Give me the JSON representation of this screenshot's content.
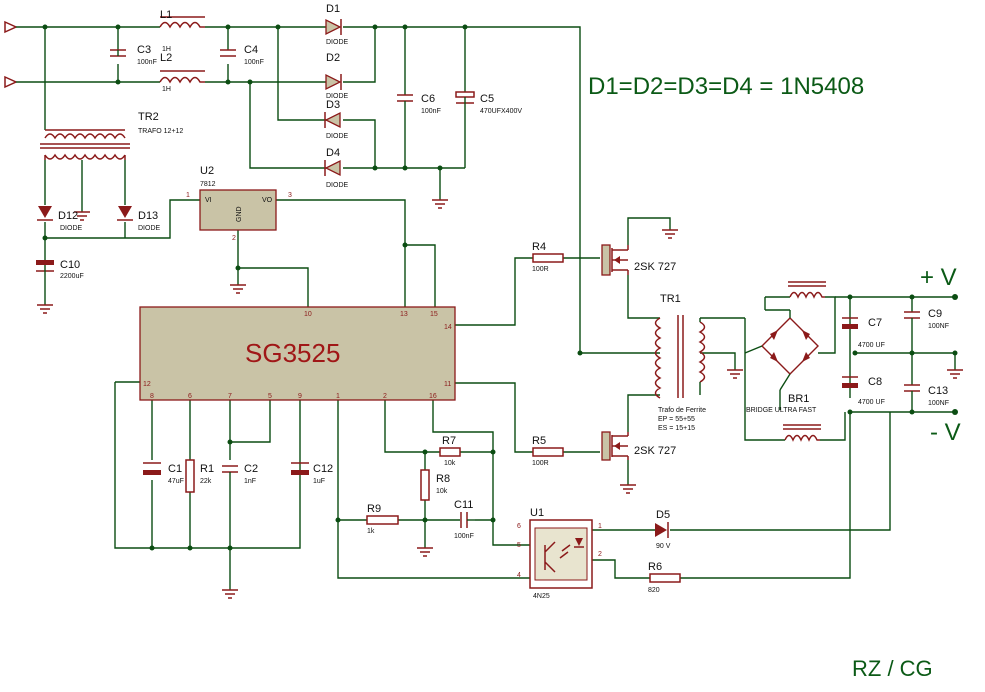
{
  "annotation": {
    "diodes_note": "D1=D2=D3=D4 = 1N5408",
    "author": "RZ / CG",
    "plus_v": "+ V",
    "minus_v": "- V"
  },
  "ic": {
    "name": "SG3525",
    "pins": [
      "10",
      "13",
      "15",
      "14",
      "12",
      "11",
      "8",
      "6",
      "7",
      "5",
      "9",
      "1",
      "2",
      "16"
    ]
  },
  "components": {
    "L1": {
      "ref": "L1",
      "value": "1H"
    },
    "L2": {
      "ref": "L2",
      "value": "1H"
    },
    "C3": {
      "ref": "C3",
      "value": "100nF"
    },
    "C4": {
      "ref": "C4",
      "value": "100nF"
    },
    "D1": {
      "ref": "D1",
      "value": "DIODE"
    },
    "D2": {
      "ref": "D2",
      "value": "DIODE"
    },
    "D3": {
      "ref": "D3",
      "value": "DIODE"
    },
    "D4": {
      "ref": "D4",
      "value": "DIODE"
    },
    "C6": {
      "ref": "C6",
      "value": "100nF"
    },
    "C5": {
      "ref": "C5",
      "value": "470UFX400V"
    },
    "TR2": {
      "ref": "TR2",
      "value": "TRAFO 12+12"
    },
    "D12": {
      "ref": "D12",
      "value": "DIODE"
    },
    "D13": {
      "ref": "D13",
      "value": "DIODE"
    },
    "C10": {
      "ref": "C10",
      "value": "2200uF"
    },
    "U2": {
      "ref": "U2",
      "value": "7812",
      "vi": "VI",
      "vo": "VO",
      "gnd": "GND",
      "p1": "1",
      "p2": "2",
      "p3": "3"
    },
    "R4": {
      "ref": "R4",
      "value": "100R"
    },
    "R5": {
      "ref": "R5",
      "value": "100R"
    },
    "Q1": {
      "value": "2SK 727"
    },
    "Q2": {
      "value": "2SK 727"
    },
    "TR1": {
      "ref": "TR1",
      "value": "Trafo de Ferrite",
      "ep": "EP = 55+55",
      "es": "ES = 15+15"
    },
    "BR1": {
      "ref": "BR1",
      "value": "BRIDGE ULTRA FAST"
    },
    "C7": {
      "ref": "C7",
      "value": "4700 UF"
    },
    "C8": {
      "ref": "C8",
      "value": "4700 UF"
    },
    "C9": {
      "ref": "C9",
      "value": "100NF"
    },
    "C13": {
      "ref": "C13",
      "value": "100NF"
    },
    "C1": {
      "ref": "C1",
      "value": "47uF"
    },
    "R1": {
      "ref": "R1",
      "value": "22k"
    },
    "C2": {
      "ref": "C2",
      "value": "1nF"
    },
    "C12": {
      "ref": "C12",
      "value": "1uF"
    },
    "R7": {
      "ref": "R7",
      "value": "10k"
    },
    "R8": {
      "ref": "R8",
      "value": "10k"
    },
    "R9": {
      "ref": "R9",
      "value": "1k"
    },
    "C11": {
      "ref": "C11",
      "value": "100nF"
    },
    "U1": {
      "ref": "U1",
      "value": "4N25",
      "p6": "6",
      "p5": "5",
      "p4": "4",
      "p1": "1",
      "p2": "2"
    },
    "D5": {
      "ref": "D5",
      "value": "90 V"
    },
    "R6": {
      "ref": "R6",
      "value": "820"
    }
  },
  "colors": {
    "wire": "#0b4d12",
    "part": "#8b1a1a",
    "ic_fill": "#c9c3a6",
    "annotation": "#0b5a16"
  }
}
